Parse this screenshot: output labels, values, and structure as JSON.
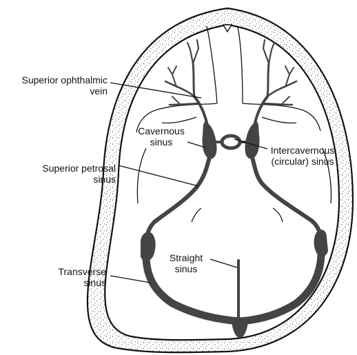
{
  "labels": {
    "superior_ophthalmic_vein": [
      "Superior ophthalmic",
      "vein"
    ],
    "cavernous_sinus": [
      "Cavernous",
      "sinus"
    ],
    "intercavernous_sinus": [
      "Intercavernous",
      "(circular) sinus"
    ],
    "superior_petrosal_sinus": [
      "Superior petrosal",
      "sinus"
    ],
    "straight_sinus": [
      "Straight",
      "sinus"
    ],
    "transverse_sinus": [
      "Transverse",
      "sinus"
    ]
  },
  "colors": {
    "sinus": "#444444",
    "outline": "#111111",
    "background": "#ffffff"
  }
}
